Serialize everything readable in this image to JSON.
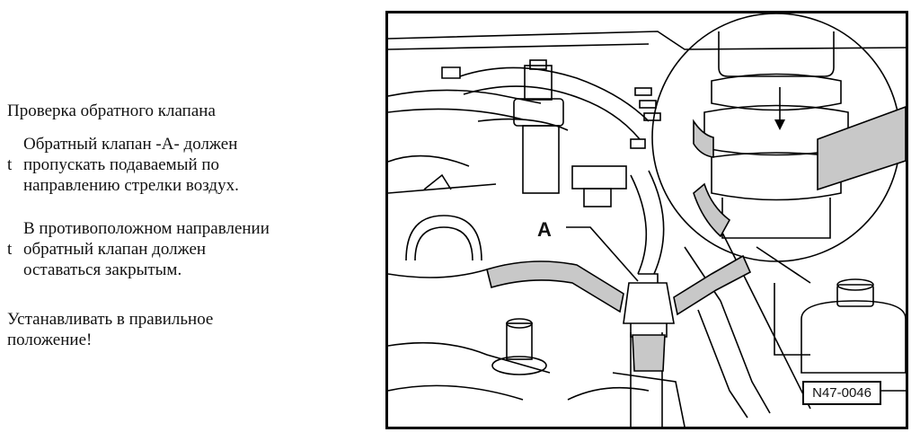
{
  "heading": "Проверка обратного клапана",
  "steps": [
    {
      "bullet": "t",
      "lines": [
        "Обратный клапан -А- должен",
        "пропускать подаваемый по",
        "направлению стрелки воздух."
      ]
    },
    {
      "bullet": "t",
      "lines": [
        "В противоположном направлении",
        "обратный клапан должен",
        "оставаться закрытым."
      ]
    }
  ],
  "note_lines": [
    "Устанавливать в правильное",
    "положение!"
  ],
  "figure": {
    "callout_label": "A",
    "code": "N47-0046",
    "hose_color": "#c8c8c8"
  }
}
